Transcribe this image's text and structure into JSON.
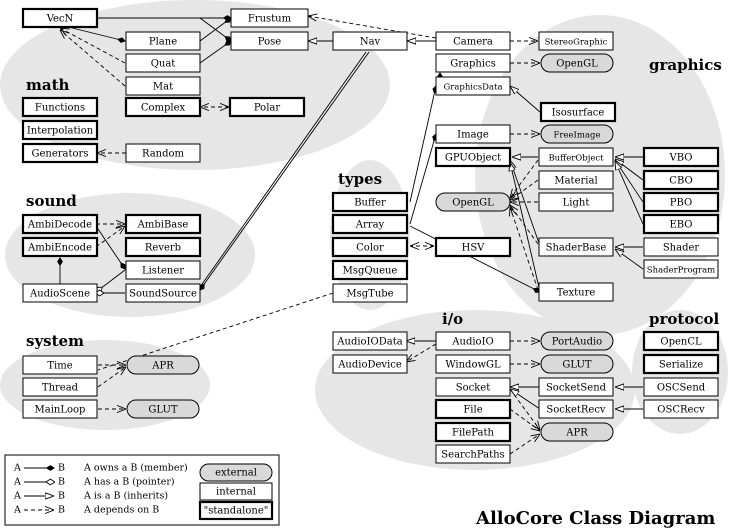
{
  "title": "AlloCore Class Diagram",
  "groups": {
    "math": "math",
    "sound": "sound",
    "system": "system",
    "types": "types",
    "io": "i/o",
    "graphics": "graphics",
    "protocol": "protocol"
  },
  "nodes": {
    "vecn": "VecN",
    "plane": "Plane",
    "quat": "Quat",
    "mat": "Mat",
    "complex": "Complex",
    "polar": "Polar",
    "functions": "Functions",
    "interpolation": "Interpolation",
    "generators": "Generators",
    "random": "Random",
    "frustum": "Frustum",
    "pose": "Pose",
    "nav": "Nav",
    "camera": "Camera",
    "stereographic": "StereoGraphic",
    "graphics": "Graphics",
    "opengl_ext": "OpenGL",
    "graphicsdata": "GraphicsData",
    "isosurface": "Isosurface",
    "image": "Image",
    "freeimage": "FreeImage",
    "gpuobject": "GPUObject",
    "bufferobject": "BufferObject",
    "vbo": "VBO",
    "cbo": "CBO",
    "pbo": "PBO",
    "ebo": "EBO",
    "material": "Material",
    "opengl_ext2": "OpenGL",
    "light": "Light",
    "shaderbase": "ShaderBase",
    "shader": "Shader",
    "shaderprogram": "ShaderProgram",
    "texture": "Texture",
    "ambidecode": "AmbiDecode",
    "ambiencode": "AmbiEncode",
    "ambibase": "AmbiBase",
    "reverb": "Reverb",
    "listener": "Listener",
    "audioscene": "AudioScene",
    "soundsource": "SoundSource",
    "buffer": "Buffer",
    "array": "Array",
    "color": "Color",
    "hsv": "HSV",
    "msgqueue": "MsgQueue",
    "msgtube": "MsgTube",
    "time": "Time",
    "apr_sys": "APR",
    "thread": "Thread",
    "mainloop": "MainLoop",
    "glut_sys": "GLUT",
    "audioiodata": "AudioIOData",
    "audioio": "AudioIO",
    "portaudio": "PortAudio",
    "audiodevice": "AudioDevice",
    "windowgl": "WindowGL",
    "glut_io": "GLUT",
    "socket": "Socket",
    "socketsend": "SocketSend",
    "oscsend": "OSCSend",
    "file": "File",
    "socketrecv": "SocketRecv",
    "oscrecv": "OSCRecv",
    "filepath": "FilePath",
    "apr_io": "APR",
    "searchpaths": "SearchPaths",
    "opencl": "OpenCL",
    "serialize": "Serialize"
  },
  "legend": {
    "a": "A",
    "b": "B",
    "owns": "A owns a B (member)",
    "has": "A has a B (pointer)",
    "is": "A is a B (inherits)",
    "depends": "A depends on B",
    "external": "external",
    "internal": "internal",
    "standalone": "\"standalone\""
  }
}
